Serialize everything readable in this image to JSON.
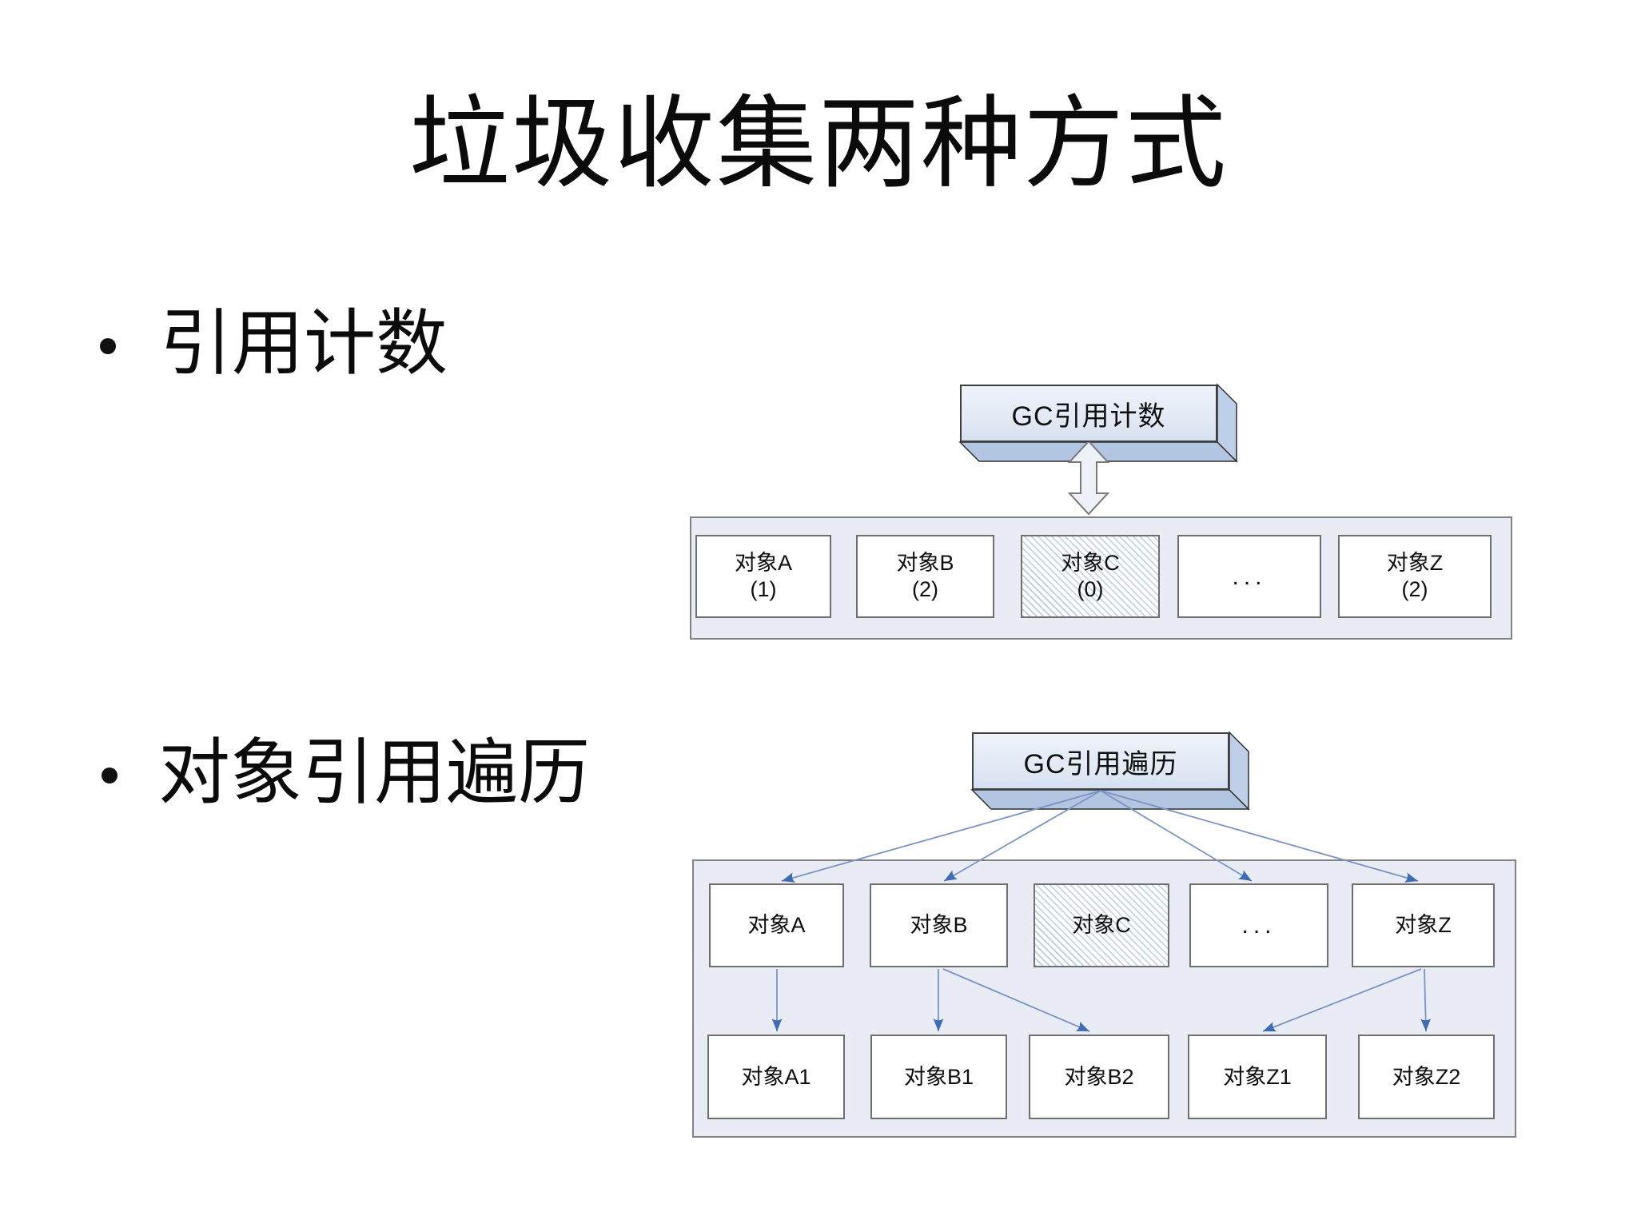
{
  "slide": {
    "title": "垃圾收集两种方式",
    "bullets": [
      "引用计数",
      "对象引用遍历"
    ]
  },
  "colors": {
    "arrow_line": "#7a93c4",
    "arrow_head": "#3d6cb4",
    "gc_box_face": "#e4eaf5",
    "gc_box_3d_side": "#b2c5e1",
    "container_fill": "#e9ecf5",
    "box_border": "#6f6f6f",
    "garbage_hatch": "#9cb0d4",
    "text": "#0b0b0b"
  },
  "icons": {
    "connector1": "up-down-double-arrow",
    "connector2": "fan-out-arrows"
  },
  "diagram1": {
    "gc_label": "GC引用计数",
    "boxes": [
      {
        "name": "对象A",
        "count": "(1)"
      },
      {
        "name": "对象B",
        "count": "(2)"
      },
      {
        "name": "对象C",
        "count": "(0)"
      },
      {
        "name": "...",
        "count": ""
      },
      {
        "name": "对象Z",
        "count": "(2)"
      }
    ]
  },
  "diagram2": {
    "gc_label": "GC引用遍历",
    "top_boxes": [
      "对象A",
      "对象B",
      "对象C",
      "...",
      "对象Z"
    ],
    "bottom_boxes": [
      "对象A1",
      "对象B1",
      "对象B2",
      "对象Z1",
      "对象Z2"
    ],
    "edges": [
      "GC引用遍历→对象A",
      "GC引用遍历→对象B",
      "GC引用遍历→...",
      "GC引用遍历→对象Z",
      "对象A→对象A1",
      "对象B→对象B1",
      "对象B→对象B2",
      "对象Z→对象Z1",
      "对象Z→对象Z2"
    ]
  }
}
